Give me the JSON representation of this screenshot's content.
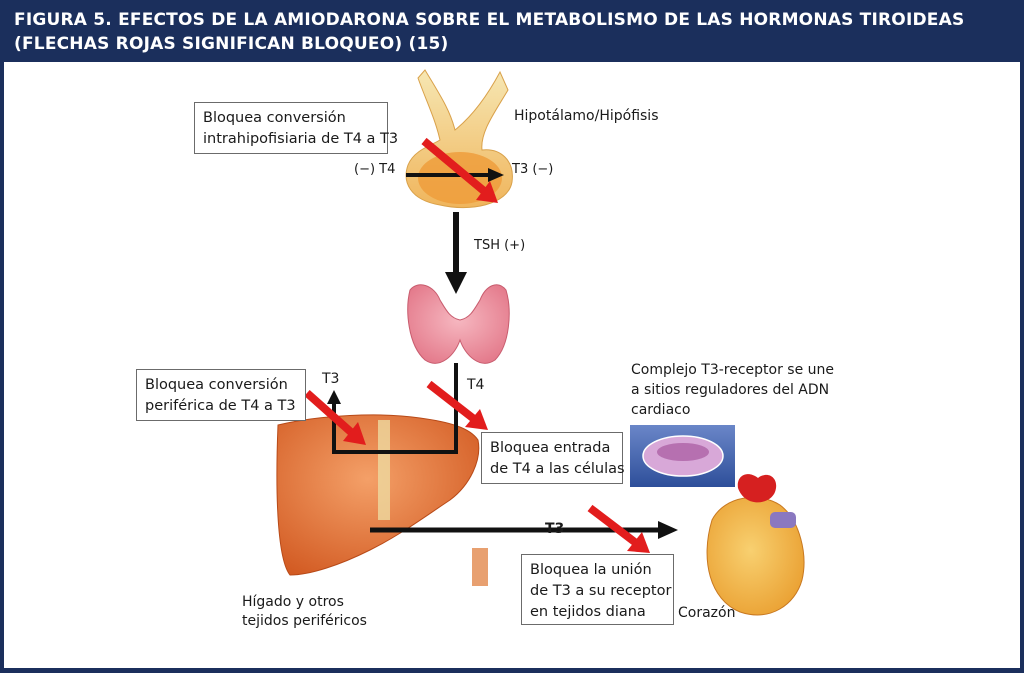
{
  "header": {
    "line1": "FIGURA 5. EFECTOS DE LA AMIODARONA SOBRE EL METABOLISMO DE LAS HORMONAS TIROIDEAS",
    "line2": "(FLECHAS ROJAS SIGNIFICAN BLOQUEO) (15)"
  },
  "labels": {
    "hypothalamus": "Hipotálamo/Hipófisis",
    "t4_minus": "(−) T4",
    "t3_minus": "T3 (−)",
    "tsh": "TSH (+)",
    "t3_liver": "T3",
    "t4_thyroid": "T4",
    "t3_heart": "T3",
    "liver_line1": "Hígado y otros",
    "liver_line2": "tejidos periféricos",
    "heart": "Corazón",
    "complex_line1": "Complejo T3-receptor se une",
    "complex_line2": "a sitios reguladores del ADN",
    "complex_line3": "cardiaco"
  },
  "boxes": {
    "intrapituitary": {
      "line1": "Bloquea conversión",
      "line2": "intrahipofisiaria de T4 a T3"
    },
    "peripheral": {
      "line1": "Bloquea conversión",
      "line2": "periférica de T4 a T3"
    },
    "cell_entry": {
      "line1": "Bloquea entrada",
      "line2": "de T4 a las células"
    },
    "receptor": {
      "line1": "Bloquea la unión",
      "line2": "de T3 a su receptor",
      "line3": "en tejidos diana"
    }
  },
  "colors": {
    "header_bg": "#1b2f5c",
    "block_arrow": "#e21d1d",
    "flow_arrow": "#111111"
  }
}
